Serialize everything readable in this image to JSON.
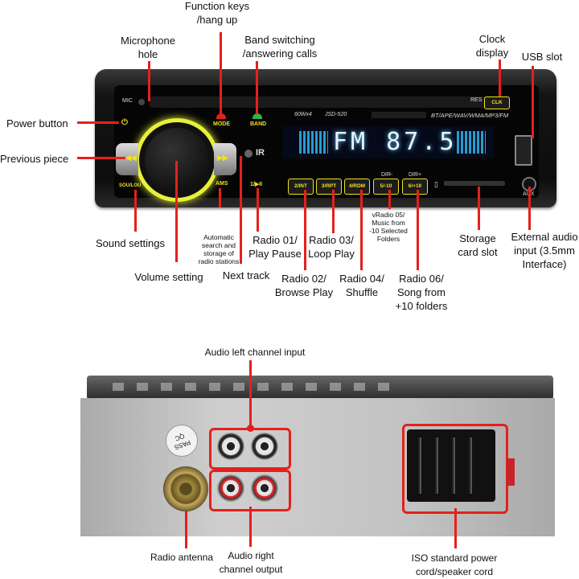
{
  "top_labels": {
    "function_keys": "Function keys\n/hang up",
    "microphone": "Microphone\nhole",
    "band_switching": "Band switching\n/answering calls",
    "clock_display": "Clock\ndisplay",
    "usb_slot": "USB slot",
    "power_button": "Power button",
    "previous_piece": "Previous piece",
    "sound_settings": "Sound settings",
    "volume_setting": "Volume setting",
    "auto_search": "Automatic\nsearch and\nstorage of\nradio stations",
    "next_track": "Next track",
    "radio01": "Radio 01/\nPlay Pause",
    "radio02": "Radio 02/\nBrowse Play",
    "radio03": "Radio 03/\nLoop Play",
    "radio04": "Radio 04/\nShuffle",
    "radio05": "vRadio 05/\nMusic from\n-10 Selected\nFolders",
    "radio06": "Radio 06/\nSong from\n+10 folders",
    "storage_card": "Storage\ncard slot",
    "external_audio": "External audio\ninput (3.5mm\nInterface)"
  },
  "face": {
    "mic": "MIC",
    "res": "RES",
    "clk": "CLK",
    "mode": "MODE",
    "band": "BAND",
    "power_model": "60Wx4",
    "model": "JSD-520",
    "formats": "BT/APE/WAV/WMA/MP3/FM",
    "lcd": "FM 87.5",
    "ams": "AMS",
    "play": "1/▶II",
    "sou": "SOU/LOU",
    "dir_minus": "DIR-",
    "dir_plus": "DIR+",
    "aux": "AUX",
    "keys": [
      "2/INT",
      "3/RPT",
      "4/RDM",
      "5/-10",
      "6/+10"
    ]
  },
  "bottom_labels": {
    "audio_left": "Audio left channel input",
    "radio_antenna": "Radio antenna",
    "audio_right": "Audio right\nchannel output",
    "iso_power": "ISO standard power\ncord/speaker cord",
    "pass": "PASS\nQC"
  }
}
